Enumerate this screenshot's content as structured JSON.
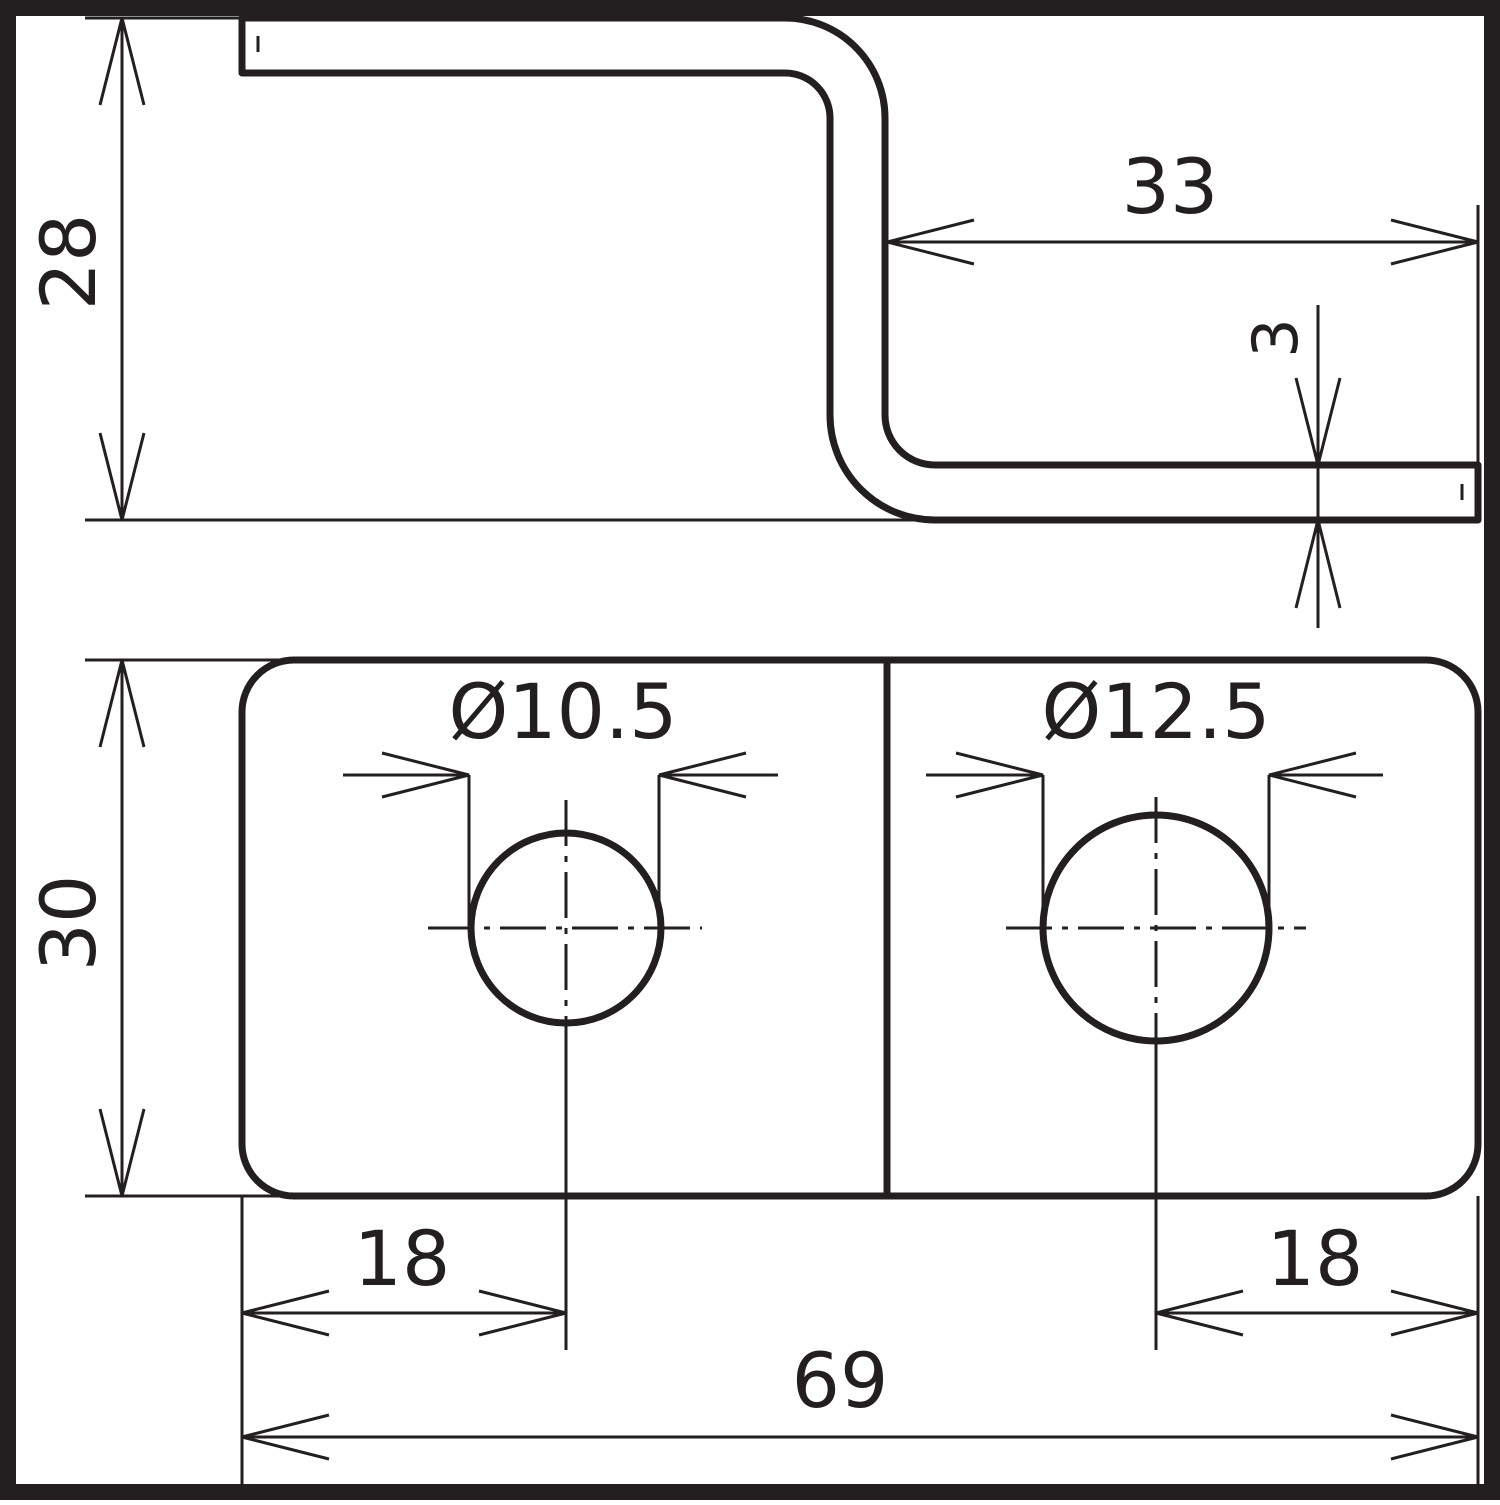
{
  "drawing": {
    "ink_color": "#231f20",
    "background_color": "#ffffff",
    "side_view": {
      "height_label": "28",
      "flange_length_label": "33",
      "thickness_label": "3"
    },
    "top_view": {
      "width_label": "30",
      "left_hole_label": "Ø10.5",
      "right_hole_label": "Ø12.5",
      "left_offset_label": "18",
      "right_offset_label": "18",
      "overall_length_label": "69"
    }
  }
}
